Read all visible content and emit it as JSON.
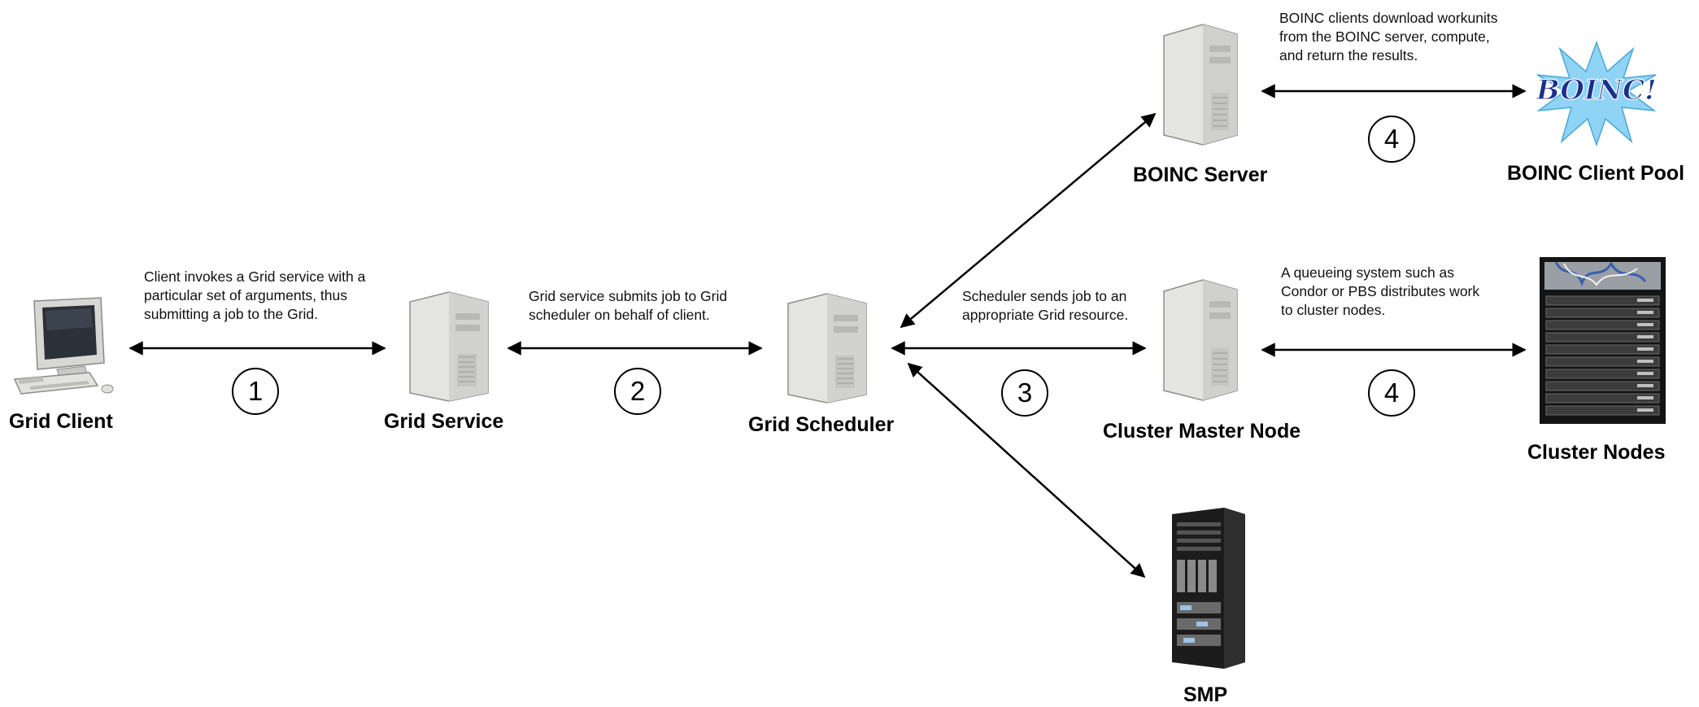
{
  "nodes": {
    "grid_client": "Grid Client",
    "grid_service": "Grid Service",
    "grid_scheduler": "Grid Scheduler",
    "boinc_server": "BOINC Server",
    "boinc_client_pool": "BOINC Client Pool",
    "cluster_master_node": "Cluster Master Node",
    "cluster_nodes": "Cluster Nodes",
    "smp": "SMP"
  },
  "logo_text": "BOINC!",
  "steps": {
    "s1": "1",
    "s2": "2",
    "s3": "3",
    "s4_top": "4",
    "s4_mid": "4"
  },
  "notes": {
    "client_invokes": [
      "Client invokes a Grid service with a",
      "particular set of arguments, thus",
      "submitting a job to the Grid."
    ],
    "service_submits": [
      "Grid service submits job to Grid",
      "scheduler on behalf of client."
    ],
    "scheduler_sends": [
      "Scheduler sends job to an",
      "appropriate Grid resource."
    ],
    "boinc_download": [
      "BOINC clients download workunits",
      "from the BOINC server, compute,",
      "and return the results."
    ],
    "queueing": [
      "A queueing system such as",
      "Condor or PBS distributes work",
      "to cluster nodes."
    ]
  },
  "colors": {
    "line": "#000000",
    "tower": "#e8e8e4",
    "rack": "#1a1a1a",
    "boinc_text": "#1b2f8f",
    "burst": "#8fd3f5"
  }
}
